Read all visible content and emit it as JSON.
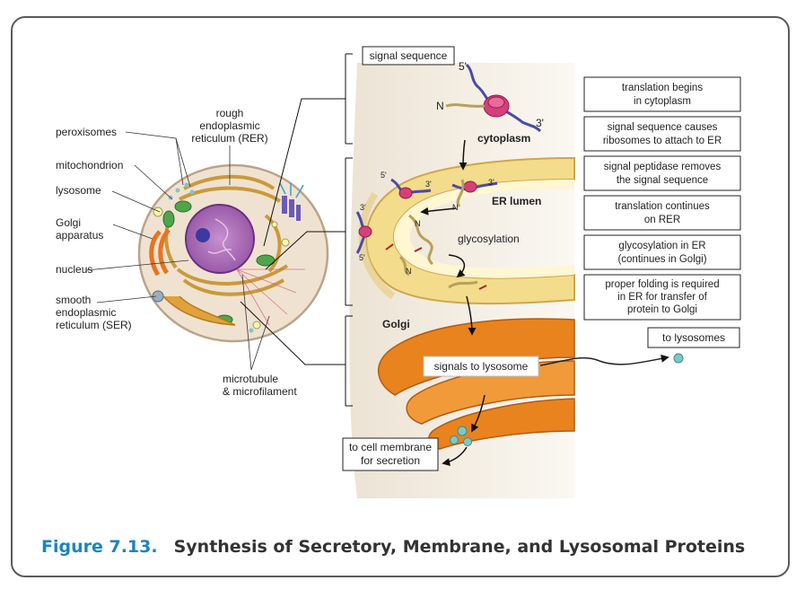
{
  "cell_labels": {
    "peroxisomes": "peroxisomes",
    "mitochondrion": "mitochondrion",
    "lysosome": "lysosome",
    "golgi_1": "Golgi",
    "golgi_2": "apparatus",
    "nucleus": "nucleus",
    "ser_1": "smooth",
    "ser_2": "endoplasmic",
    "ser_3": "reticulum (SER)",
    "rer_1": "rough",
    "rer_2": "endoplasmic",
    "rer_3": "reticulum (RER)",
    "micro_1": "microtubule",
    "micro_2": "& microfilament"
  },
  "pathway_labels": {
    "signal_sequence": "signal sequence",
    "cytoplasm": "cytoplasm",
    "er_lumen": "ER lumen",
    "glycosylation": "glycosylation",
    "golgi": "Golgi",
    "signals_to_lysosome": "signals to lysosome",
    "to_cell_membrane_1": "to cell membrane",
    "to_cell_membrane_2": "for secretion",
    "to_lysosomes": "to lysosomes",
    "five_prime": "5'",
    "three_prime": "3'",
    "n_term": "N"
  },
  "steps": [
    {
      "line1": "translation begins",
      "line2": "in cytoplasm",
      "line3": ""
    },
    {
      "line1": "signal sequence causes",
      "line2": "ribosomes to attach to ER",
      "line3": ""
    },
    {
      "line1": "signal peptidase removes",
      "line2": "the signal sequence",
      "line3": ""
    },
    {
      "line1": "translation continues",
      "line2": "on RER",
      "line3": ""
    },
    {
      "line1": "glycosylation in ER",
      "line2": "(continues in Golgi)",
      "line3": ""
    },
    {
      "line1": "proper folding is required",
      "line2": "in ER for transfer of",
      "line3": "protein to Golgi"
    }
  ],
  "caption": {
    "number": "Figure 7.13.",
    "title": "Synthesis of Secretory, Membrane, and Lysosomal Proteins"
  },
  "colors": {
    "accent": "#1a84c4",
    "er_fill": "#f3dc8c",
    "golgi": "#e8831e",
    "ribosome": "#d63f7a",
    "mrna": "#4a4aa8",
    "vesicle": "#7fc7c6",
    "background_tint": "#f3eee4"
  }
}
